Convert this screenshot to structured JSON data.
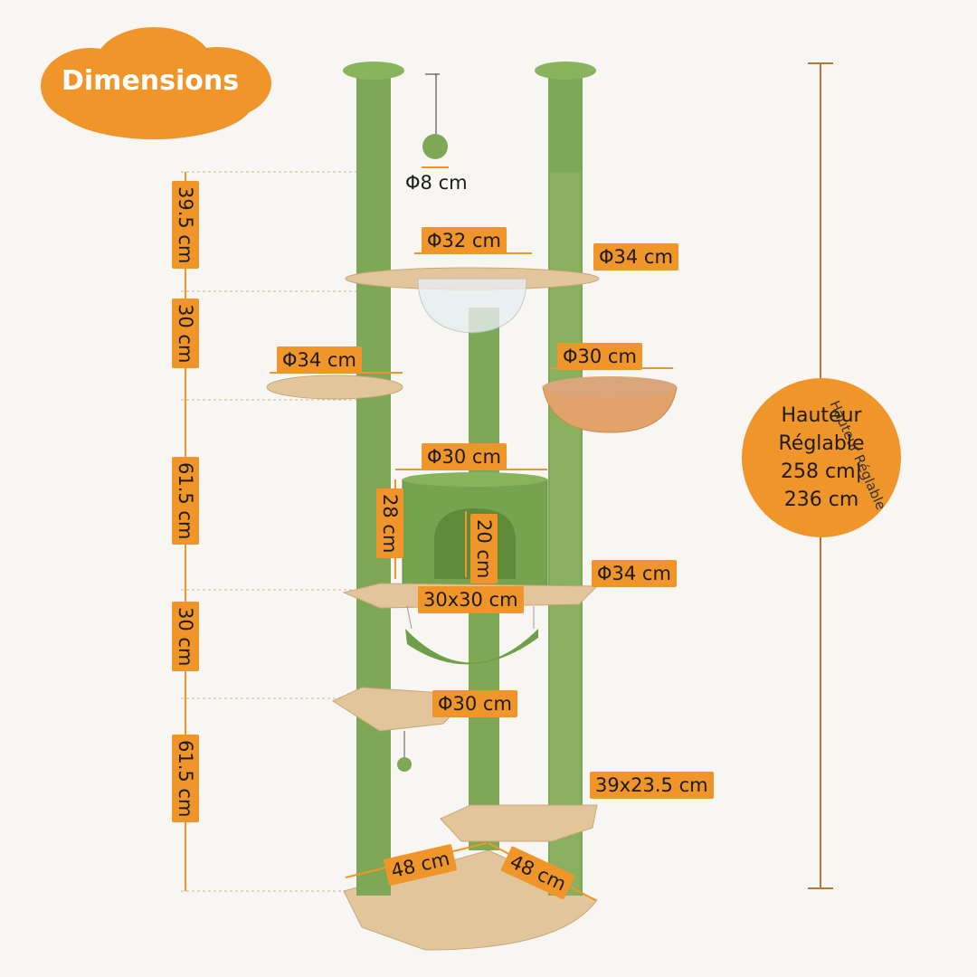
{
  "title": "Dimensions",
  "labels": {
    "ball_diameter": "Φ8 cm",
    "bowl_diameter": "Φ32 cm",
    "top_right_platform": "Φ34 cm",
    "left_platform": "Φ34 cm",
    "hammock_basket": "Φ30 cm",
    "condo_diameter": "Φ30 cm",
    "condo_height": "28 cm",
    "condo_door": "20 cm",
    "mid_right_platform": "Φ34 cm",
    "condo_base": "30x30 cm",
    "lower_left_platform": "Φ30 cm",
    "step_platform": "39x23.5 cm",
    "base_left": "48 cm",
    "base_right": "48 cm"
  },
  "height_segments": [
    "39.5 cm",
    "30 cm",
    "61.5 cm",
    "30 cm",
    "61.5 cm"
  ],
  "total_height": {
    "line1": "Hauteur",
    "line2": "Réglable",
    "line3": "258 cm|",
    "line4": "236 cm",
    "curved": "Hauteur Réglable"
  },
  "colors": {
    "accent": "#f0952a",
    "post_green": "#7fa856",
    "platform_beige": "#e2c59a",
    "background": "#f7f6f2"
  }
}
